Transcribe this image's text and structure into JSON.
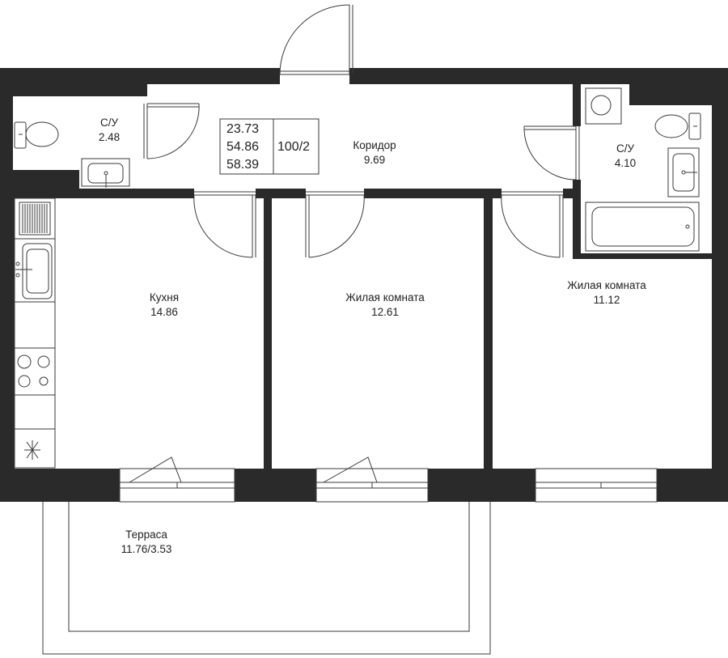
{
  "summary": {
    "areas": [
      "23.73",
      "54.86",
      "58.39"
    ],
    "code": "100/2"
  },
  "rooms": {
    "wc1": {
      "name": "С/У",
      "area": "2.48"
    },
    "corridor": {
      "name": "Коридор",
      "area": "9.69"
    },
    "wc2": {
      "name": "С/У",
      "area": "4.10"
    },
    "kitchen": {
      "name": "Кухня",
      "area": "14.86"
    },
    "living1": {
      "name": "Жилая комната",
      "area": "12.61"
    },
    "living2": {
      "name": "Жилая комната",
      "area": "11.12"
    },
    "terrace": {
      "name": "Терраса",
      "area": "11.76/3.53"
    }
  }
}
